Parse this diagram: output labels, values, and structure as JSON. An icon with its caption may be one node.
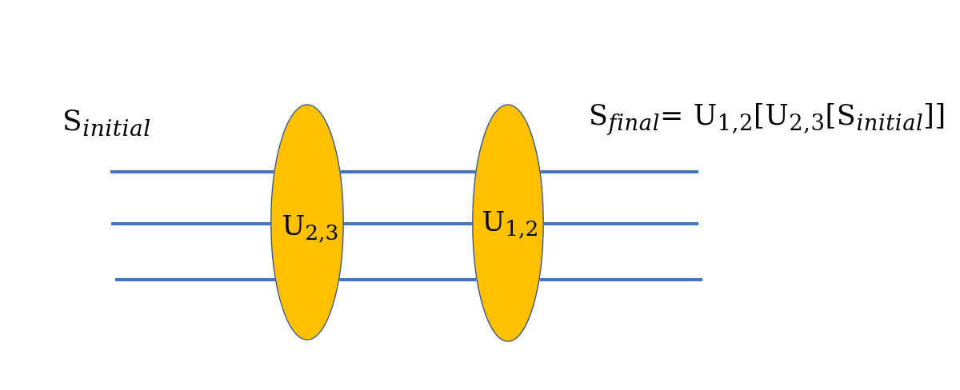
{
  "diagram": {
    "nodes": [
      {
        "text": [
          "U$_{2,3}$"
        ]
      },
      {
        "text": [
          "U$_{1,2}$"
        ]
      }
    ],
    "edges": [
      {
        "from": null,
        "to": 0,
        "arrow": "none"
      },
      {
        "from": 0,
        "to": 1,
        "arrow": "none"
      },
      {
        "from": 1,
        "to": null,
        "arrow": "none"
      },
      {
        "from": null,
        "to": 0,
        "arrow": "none"
      },
      {
        "from": 0,
        "to": 1,
        "arrow": "none"
      },
      {
        "from": 1,
        "to": null,
        "arrow": "none"
      },
      {
        "from": null,
        "to": 0,
        "arrow": "none"
      },
      {
        "from": 0,
        "to": 1,
        "arrow": "none"
      },
      {
        "from": 1,
        "to": null,
        "arrow": "none"
      }
    ],
    "labels": [
      "S$_{initial}$",
      "S$_{final}$= U$_{1,2}$[U$_{2,3}$[S$_{initial}$]]"
    ]
  }
}
